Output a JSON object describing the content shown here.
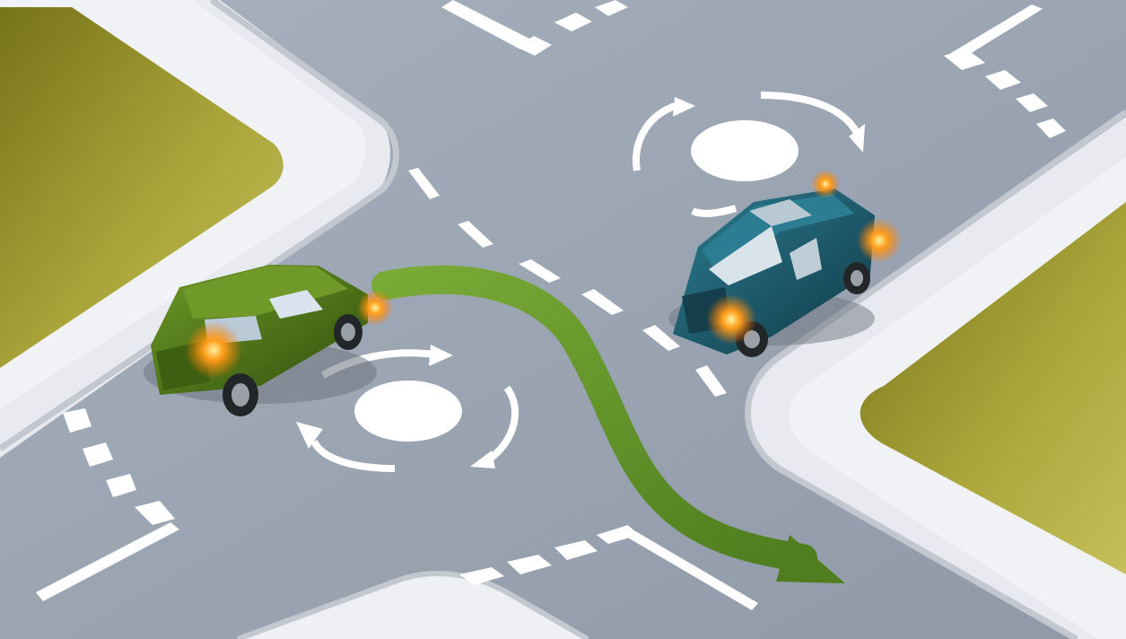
{
  "image": {
    "subject": "mini-roundabouts-junction",
    "colors": {
      "road": "#9aa4b2",
      "road_light": "#b3bcc8",
      "pavement": "#e7e9ee",
      "kerb": "#c6cbd3",
      "grass": "#9f9a2e",
      "grass_dark": "#6f6d1b",
      "marking": "#ffffff",
      "route_arrow": "#6a9a2c",
      "route_arrow_dark": "#4f7d1f",
      "car_green": "#4f7a18",
      "car_green_dark": "#375611",
      "car_blue": "#1c5f72",
      "car_blue_dark": "#123f4c",
      "indicator": "#ff8a00"
    },
    "icons": [
      "mini-roundabout-near",
      "mini-roundabout-far",
      "route-arrow",
      "green-car",
      "blue-car"
    ]
  }
}
